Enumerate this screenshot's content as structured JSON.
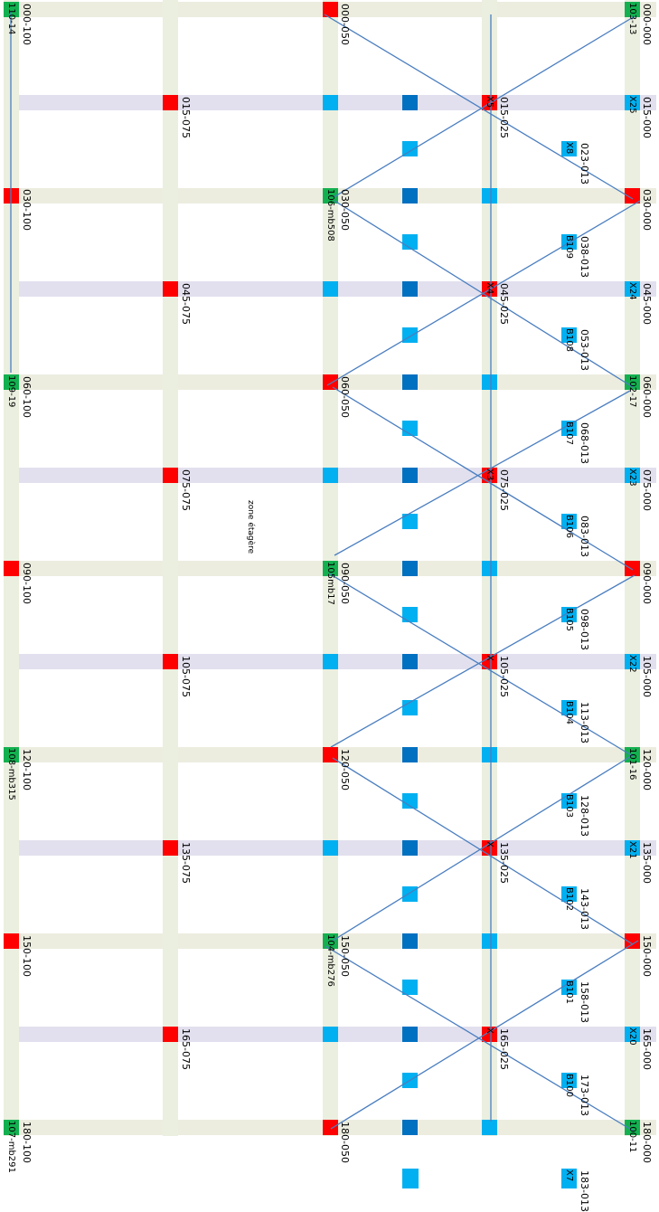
{
  "zone_label": "zone étagère",
  "colors": {
    "band_green": "#eceddf",
    "band_violet": "#e2e0ee",
    "marker_red": "#ff0000",
    "marker_green": "#13b050",
    "marker_light_blue": "#00b0f0",
    "marker_dark_blue": "#0070c0",
    "line_blue": "#4a7ec0"
  },
  "columns": {
    "c100": [
      "000-100",
      "030-100",
      "060-100",
      "090-100",
      "120-100",
      "150-100",
      "180-100"
    ],
    "c075": [
      "015-075",
      "045-075",
      "075-075",
      "105-075",
      "135-075",
      "165-075"
    ],
    "c050": [
      "000-050",
      "030-050",
      "060-050",
      "090-050",
      "120-050",
      "150-050",
      "180-050"
    ],
    "c025": [
      "015-025",
      "045-025",
      "075-025",
      "105-025",
      "135-025",
      "165-025"
    ],
    "c013": [
      "023-013",
      "038-013",
      "053-013",
      "068-013",
      "083-013",
      "098-013",
      "113-013",
      "128-013",
      "143-013",
      "158-013",
      "173-013",
      "183-013"
    ],
    "c000": [
      "000-000",
      "015-000",
      "030-000",
      "045-000",
      "060-000",
      "075-000",
      "090-000",
      "105-000",
      "120-000",
      "135-000",
      "150-000",
      "165-000",
      "180-000"
    ]
  },
  "codes": {
    "left": [
      "110-14",
      "109-19",
      "108-mb315",
      "107-mb291"
    ],
    "c050": [
      "106-mb508",
      "105mb17",
      "104-mb276"
    ],
    "c025": [
      "X5",
      "X4",
      "X3",
      "X",
      "X",
      "X"
    ],
    "c013": [
      "X8",
      "B109",
      "B108",
      "B107",
      "B106",
      "B105",
      "B104",
      "B103",
      "B102",
      "B101",
      "B100",
      "X7"
    ],
    "right": [
      "103-13",
      "X25",
      "X24",
      "102-17",
      "X23",
      "X22",
      "101-16",
      "X21",
      "X20",
      "100-11"
    ]
  }
}
